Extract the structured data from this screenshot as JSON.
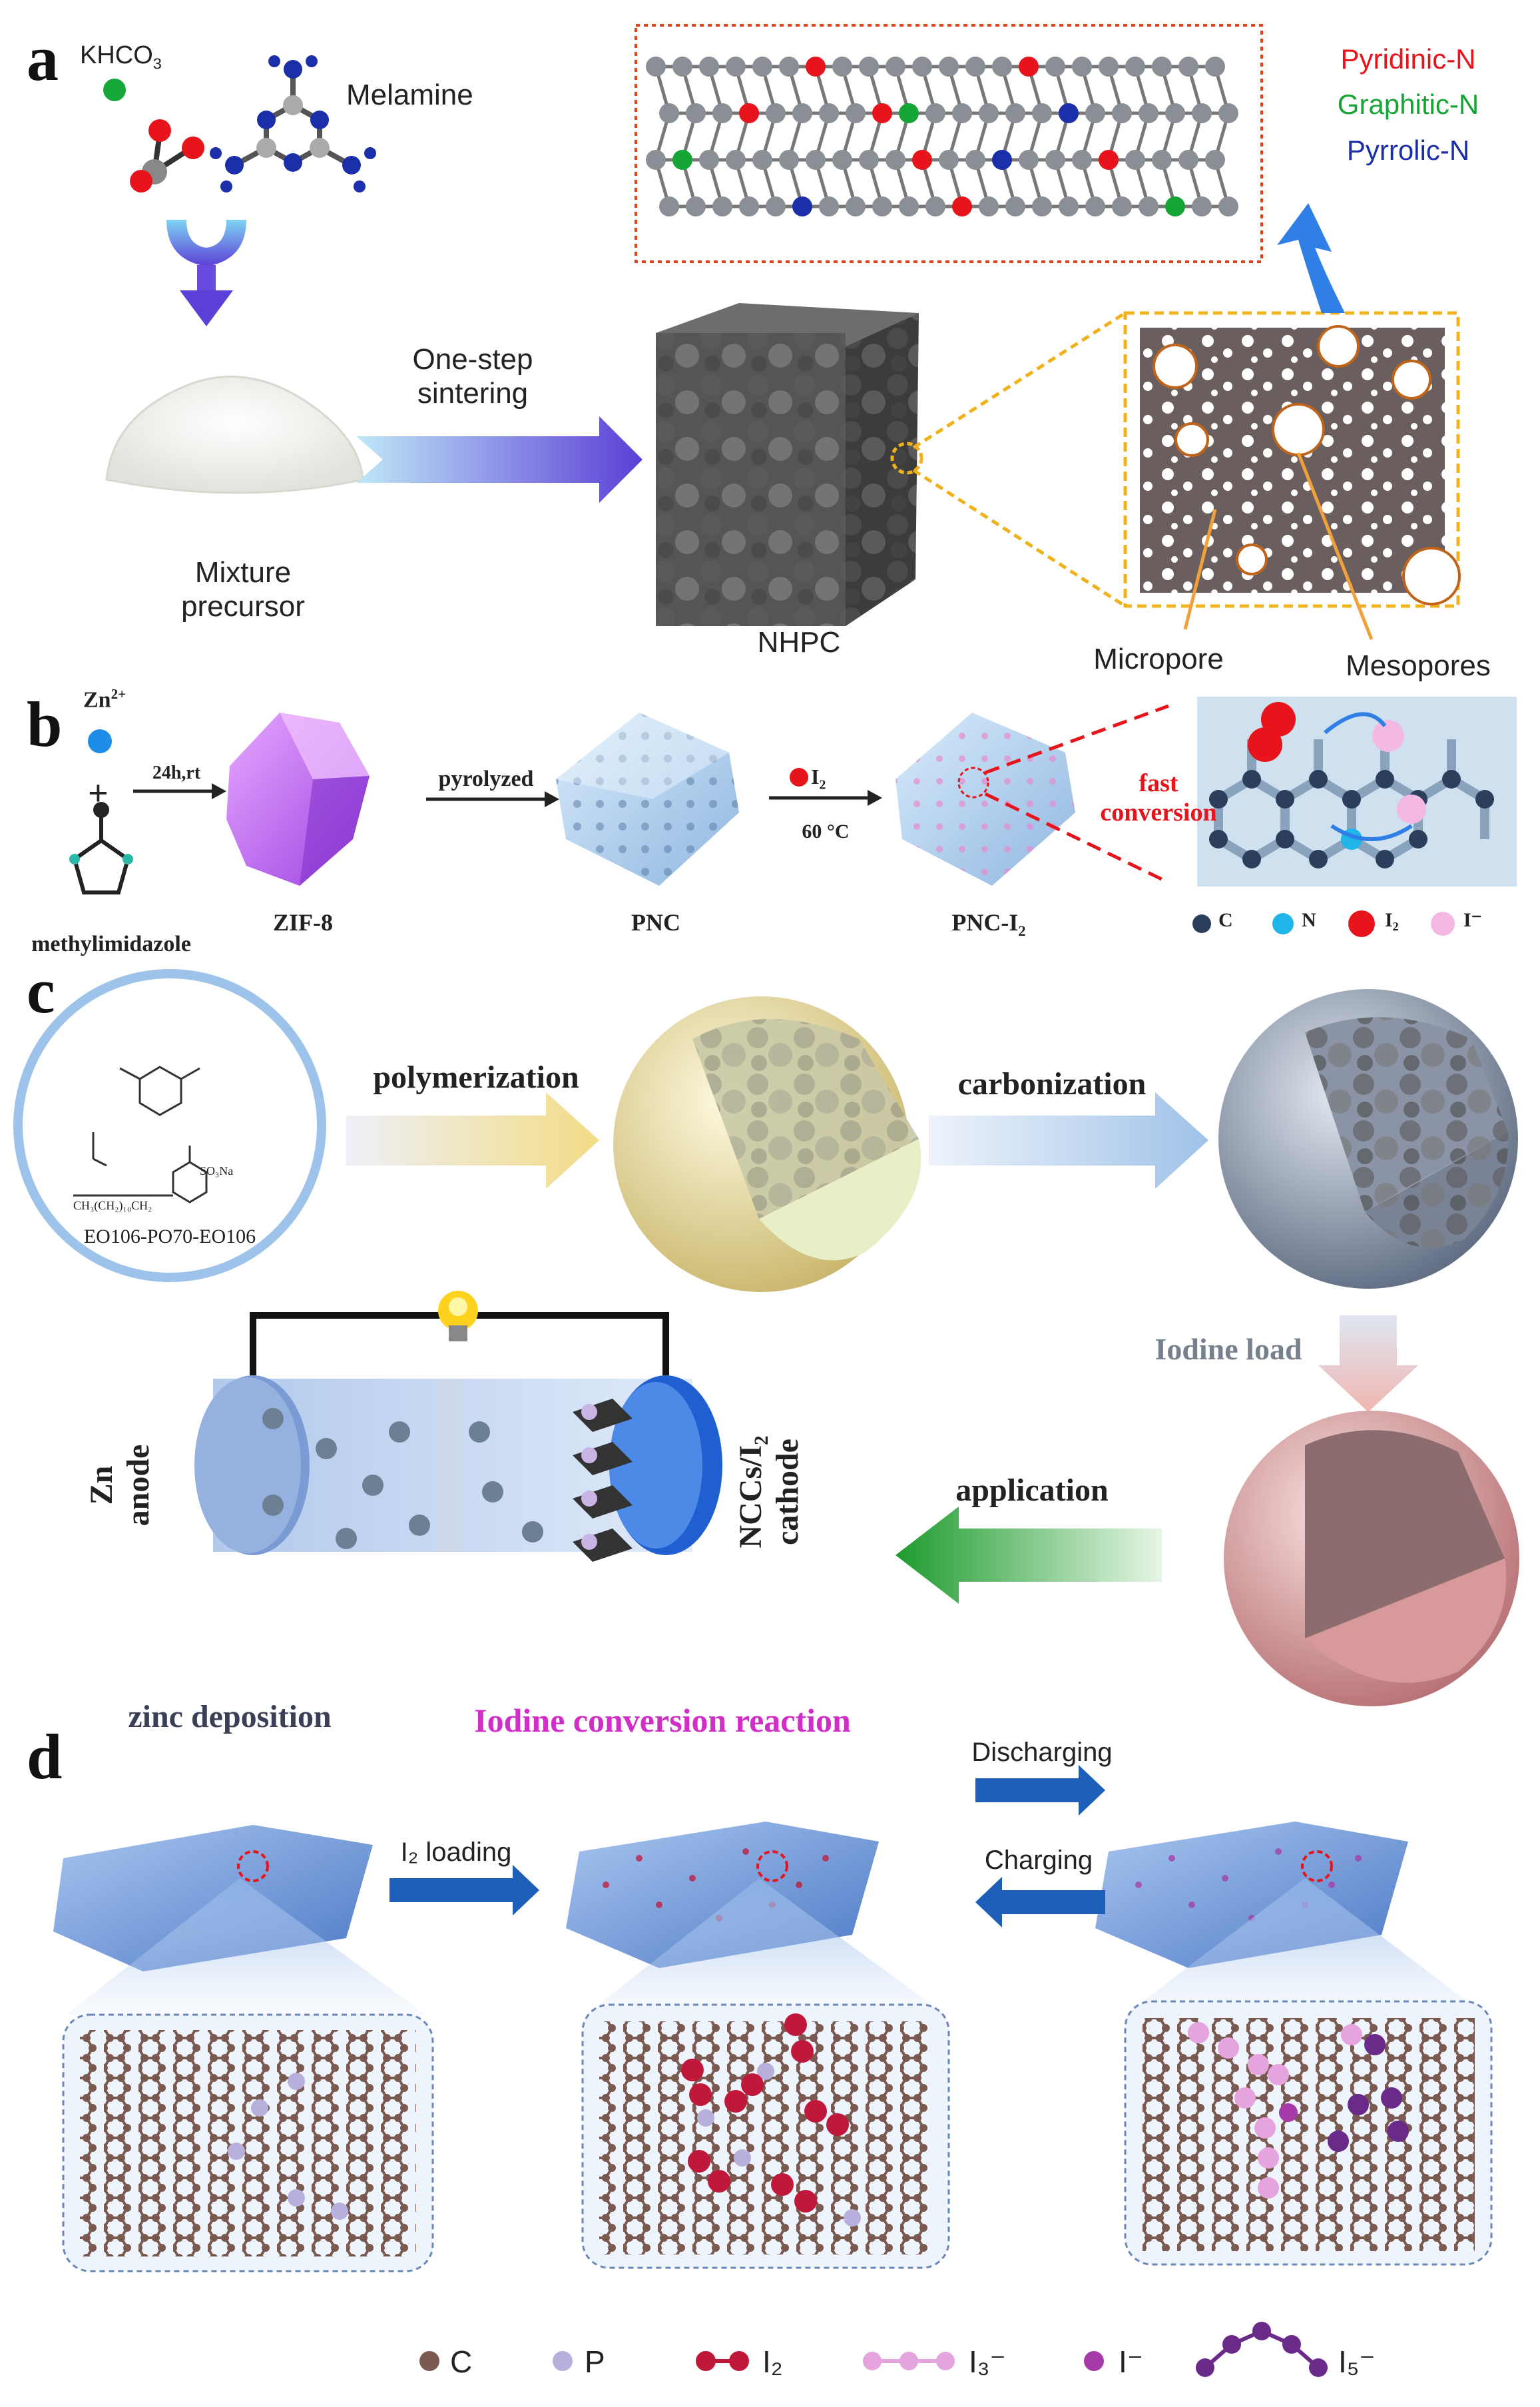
{
  "panel_a": {
    "letter": "a",
    "khco3": "KHCO",
    "khco3_sub": "3",
    "melamine": "Melamine",
    "mixture_line1": "Mixture",
    "mixture_line2": "precursor",
    "step_line1": "One-step",
    "step_line2": "sintering",
    "nhpc": "NHPC",
    "micropore": "Micropore",
    "mesopores": "Mesopores",
    "legend": [
      {
        "label": "Pyridinic-N",
        "color": "#e8141b"
      },
      {
        "label": "Graphitic-N",
        "color": "#15a534"
      },
      {
        "label": "Pyrrolic-N",
        "color": "#1a2fa8"
      }
    ]
  },
  "panel_b": {
    "letter": "b",
    "zn": "Zn",
    "zn_sup": "2+",
    "plus": "+",
    "methyl": "methylimidazole",
    "cond1": "24h,rt",
    "zif8": "ZIF-8",
    "pyrolyzed": "pyrolyzed",
    "pnc": "PNC",
    "i2_label": "I",
    "i2_sub": "2",
    "temp": "60 °C",
    "pnci2": "PNC-I",
    "pnci2_sub": "2",
    "fast1": "fast",
    "fast2": "conversion",
    "legend": [
      {
        "label": "C",
        "color": "#2b3f5c"
      },
      {
        "label": "N",
        "color": "#1fb5e8"
      },
      {
        "label": "I₂",
        "color": "#e8141b"
      },
      {
        "label": "I⁻",
        "color": "#f4b8e4"
      }
    ]
  },
  "panel_c": {
    "letter": "c",
    "polymer": "polymerization",
    "carbon": "carbonization",
    "iodine_load": "Iodine load",
    "application": "application",
    "zn_anode1": "Zn",
    "zn_anode2": "anode",
    "cathode1": "NCCs/I₂",
    "cathode2": "cathode",
    "eo": "EO106-PO70-EO106",
    "so3na": "SO₃Na",
    "chain": "CH₃(CH₂)₁₀CH₂"
  },
  "panel_d": {
    "letter": "d",
    "zinc_dep": "zinc deposition",
    "iodine_conv": "Iodine conversion reaction",
    "i2_loading": "I₂ loading",
    "discharging": "Discharging",
    "charging": "Charging",
    "legend": [
      {
        "label": "C",
        "color": "#7b5a52"
      },
      {
        "label": "P",
        "color": "#b8b0dc"
      },
      {
        "label": "I₂",
        "color": "#c0183a"
      },
      {
        "label": "I₃⁻",
        "color": "#e6a4de"
      },
      {
        "label": "I⁻",
        "color": "#a63aa8"
      },
      {
        "label": "I₅⁻",
        "color": "#6a2a8a"
      }
    ]
  }
}
